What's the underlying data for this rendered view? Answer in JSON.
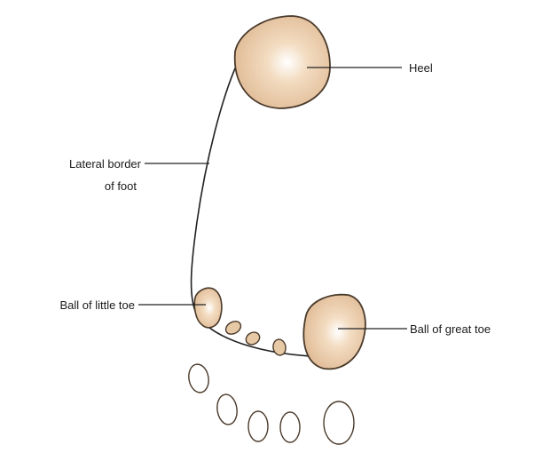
{
  "labels": {
    "heel": "Heel",
    "lateral_border_line1": "Lateral border",
    "lateral_border_line2": "of foot",
    "ball_little_toe": "Ball of little toe",
    "ball_great_toe": "Ball of great toe"
  },
  "colors": {
    "pad_fill": "#e8c9a6",
    "pad_stroke": "#4a3a2a",
    "line": "#222222"
  }
}
